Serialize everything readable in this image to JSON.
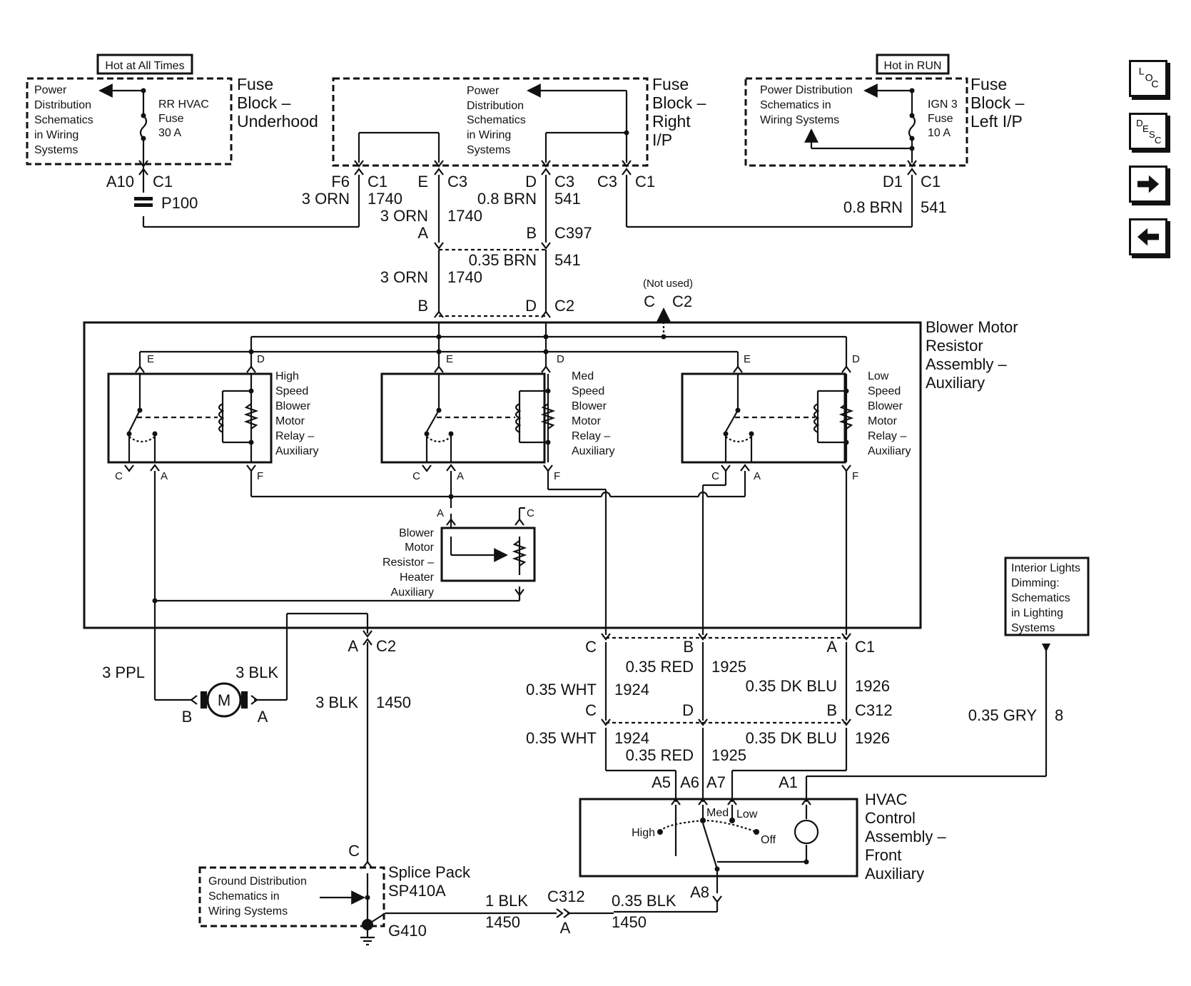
{
  "tags": {
    "hot_all_times": "Hot at All Times",
    "hot_in_run": "Hot in RUN"
  },
  "fuse_blocks": {
    "underhood": {
      "title": [
        "Fuse",
        "Block –",
        "Underhood"
      ],
      "pds": [
        "Power",
        "Distribution",
        "Schematics",
        "in Wiring",
        "Systems"
      ],
      "fuse": [
        "RR HVAC",
        "Fuse",
        "30 A"
      ]
    },
    "right_ip": {
      "title": [
        "Fuse",
        "Block –",
        "Right",
        "I/P"
      ],
      "pds": [
        "Power",
        "Distribution",
        "Schematics",
        "in Wiring",
        "Systems"
      ]
    },
    "left_ip": {
      "title": [
        "Fuse",
        "Block –",
        "Left I/P"
      ],
      "pds": [
        "Power Distribution",
        "Schematics in",
        "Wiring Systems"
      ],
      "fuse": [
        "IGN 3",
        "Fuse",
        "10 A"
      ]
    }
  },
  "top_connectors": {
    "a10": "A10",
    "c1a": "C1",
    "f6": "F6",
    "c1b": "C1",
    "e": "E",
    "c3a": "C3",
    "d": "D",
    "c3b": "C3",
    "c3c": "C3",
    "c1c": "C1",
    "d1": "D1",
    "c1d": "C1",
    "p100": "P100"
  },
  "wires_top": {
    "w1_size": "3 ORN",
    "w1_num": "1740",
    "w2_size": "3 ORN",
    "w2_num": "1740",
    "w3_size": "0.8 BRN",
    "w3_num": "541",
    "w4_size": "0.8 BRN",
    "w4_num": "541",
    "w5_size": "0.35 BRN",
    "w5_num": "541",
    "w6_size": "3 ORN",
    "w6_num": "1740"
  },
  "c397": {
    "a": "A",
    "b": "B",
    "name": "C397"
  },
  "c2_top": {
    "b": "B",
    "d": "D",
    "name": "C2",
    "c": "C",
    "c2": "C2",
    "not_used": "(Not used)"
  },
  "resistor_assembly": {
    "title": [
      "Blower Motor",
      "Resistor",
      "Assembly –",
      "Auxiliary"
    ]
  },
  "relays": [
    {
      "label": [
        "High",
        "Speed",
        "Blower",
        "Motor",
        "Relay –",
        "Auxiliary"
      ]
    },
    {
      "label": [
        "Med",
        "Speed",
        "Blower",
        "Motor",
        "Relay –",
        "Auxiliary"
      ]
    },
    {
      "label": [
        "Low",
        "Speed",
        "Blower",
        "Motor",
        "Relay –",
        "Auxiliary"
      ]
    }
  ],
  "relay_pins": {
    "e": "E",
    "d": "D",
    "c": "C",
    "a": "A",
    "f": "F"
  },
  "heater": {
    "label": [
      "Blower",
      "Motor",
      "Resistor –",
      "Heater",
      "Auxiliary"
    ],
    "a": "A",
    "c": "C"
  },
  "motor": {
    "symbol": "M",
    "left_pin": "B",
    "right_pin": "A",
    "wire_left": "3 PPL",
    "wire_right": "3 BLK"
  },
  "c2_bottom": {
    "a": "A",
    "name": "C2",
    "wire_size": "3 BLK",
    "wire_num": "1450"
  },
  "c1_bottom": {
    "c": "C",
    "b": "B",
    "a": "A",
    "name": "C1"
  },
  "wires_mid": {
    "red_size": "0.35 RED",
    "red_num": "1925",
    "wht_size": "0.35 WHT",
    "wht_num": "1924",
    "blu_size": "0.35 DK BLU",
    "blu_num": "1926"
  },
  "c312": {
    "c": "C",
    "d": "D",
    "b": "B",
    "name": "C312"
  },
  "wires_low": {
    "wht_size": "0.35 WHT",
    "wht_num": "1924",
    "blu_size": "0.35 DK BLU",
    "blu_num": "1926",
    "red_size": "0.35 RED",
    "red_num": "1925"
  },
  "interior_lights": {
    "label": [
      "Interior Lights",
      "Dimming:",
      "Schematics",
      "in Lighting",
      "Systems"
    ],
    "wire_size": "0.35 GRY",
    "wire_num": "8"
  },
  "hvac": {
    "title": [
      "HVAC",
      "Control",
      "Assembly –",
      "Front",
      "Auxiliary"
    ],
    "pins": {
      "a5": "A5",
      "a6": "A6",
      "a7": "A7",
      "a1": "A1",
      "a8": "A8"
    },
    "positions": {
      "high": "High",
      "med": "Med",
      "low": "Low",
      "off": "Off"
    }
  },
  "splice": {
    "c": "C",
    "title": [
      "Splice Pack",
      "SP410A"
    ],
    "gds": [
      "Ground Distribution",
      "Schematics in",
      "Wiring Systems"
    ],
    "ground": "G410"
  },
  "ground_wires": {
    "w1_size": "1 BLK",
    "w1_num": "1450",
    "conn": "C312",
    "conn_pin": "A",
    "w2_size": "0.35 BLK",
    "w2_num": "1450"
  },
  "nav": {
    "loc_l": "L",
    "loc_o": "O",
    "loc_c": "C",
    "desc_d": "D",
    "desc_e": "E",
    "desc_s": "S",
    "desc_c": "C"
  }
}
